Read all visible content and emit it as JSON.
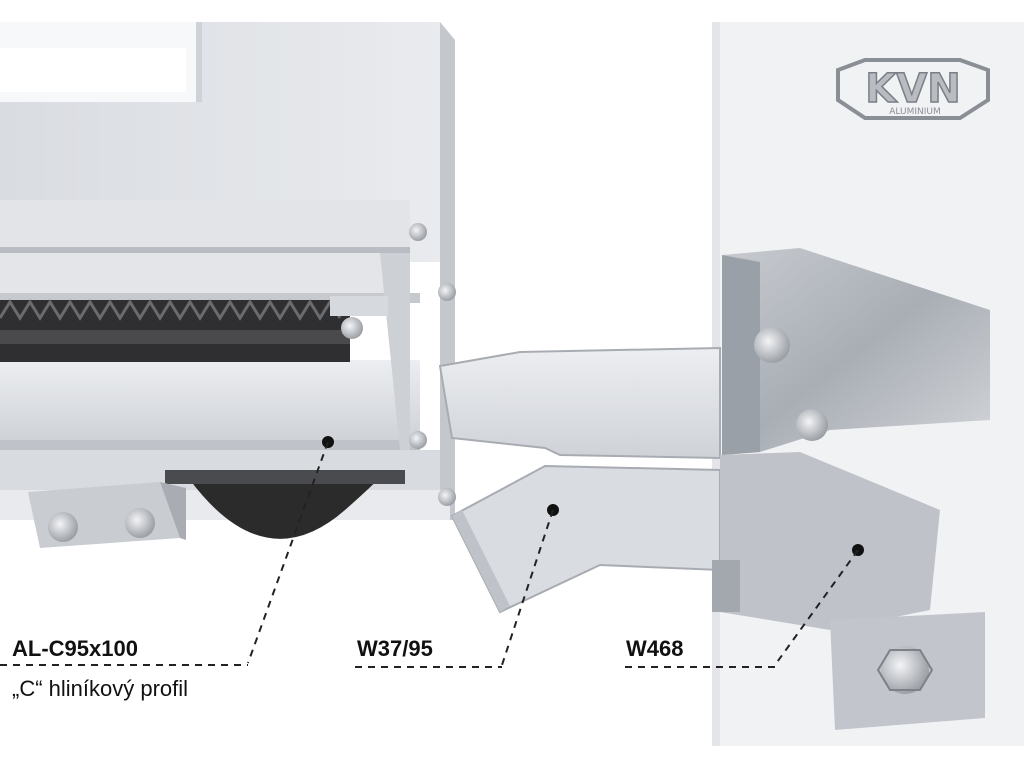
{
  "logo": {
    "main_text": "KVN",
    "sub_text": "ALUMINIUM"
  },
  "callouts": [
    {
      "code": "AL-C95x100",
      "description": "„C“ hliníkový profil"
    },
    {
      "code": "W37/95"
    },
    {
      "code": "W468"
    }
  ],
  "colors": {
    "wall": "#f1f2f4",
    "aluminium_light": "#e4e6ea",
    "aluminium_mid": "#c9ccd2",
    "aluminium_dark": "#9ea3aa",
    "steel_bracket": "#b7bbc1",
    "wheel": "#2b2b2b",
    "rack": "#3a3a3a",
    "leader_line": "#222222"
  }
}
